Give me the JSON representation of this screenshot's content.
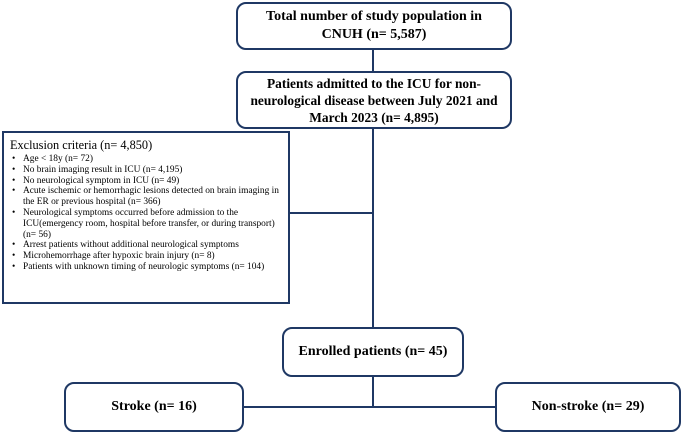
{
  "flowchart": {
    "total": {
      "line1": "Total number of study population in",
      "line2": "CNUH (n= 5,587)"
    },
    "icu": {
      "line1": "Patients admitted to the ICU for non-",
      "line2": "neurological disease between July 2021 and",
      "line3": "March 2023 (n= 4,895)"
    },
    "exclusion": {
      "title": "Exclusion criteria (n= 4,850)",
      "items": [
        "Age < 18y (n= 72)",
        "No brain imaging result in ICU (n= 4,195)",
        "No neurological symptom in ICU (n= 49)",
        "Acute ischemic or hemorrhagic lesions detected on brain imaging in the ER or previous hospital (n= 366)",
        "Neurological symptoms occurred before admission to the ICU(emergency room, hospital before transfer, or during transport) (n= 56)",
        "Arrest patients without additional neurological symptoms",
        "Microhemorrhage after hypoxic brain injury (n= 8)",
        "Patients with unknown timing of neurologic symptoms (n= 104)"
      ]
    },
    "enrolled": "Enrolled patients (n= 45)",
    "stroke": "Stroke (n= 16)",
    "non_stroke": "Non-stroke (n= 29)",
    "colors": {
      "border": "#1f3864",
      "background": "#ffffff",
      "text": "#000000"
    }
  }
}
